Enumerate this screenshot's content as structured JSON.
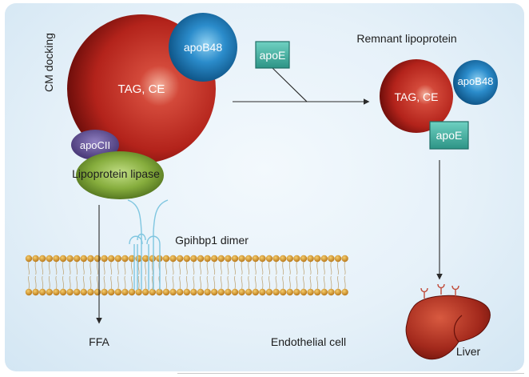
{
  "diagram": {
    "labels": {
      "cm_docking": "CM docking",
      "apob48": "apoB48",
      "tag_ce": "TAG, CE",
      "apocii": "apoCII",
      "lipoprotein_lipase": "Lipoprotein lipase",
      "apoe_free": "apoE",
      "remnant_title": "Remnant lipoprotein",
      "remnant_tag_ce": "TAG, CE",
      "remnant_apob48": "apoB48",
      "remnant_apoe": "apoE",
      "gpihbp1": "Gpihbp1 dimer",
      "ffa": "FFA",
      "endothelial": "Endothelial cell",
      "liver": "Liver"
    },
    "colors": {
      "chylomicron": "#b3231b",
      "apob48": "#1f7fbf",
      "apocii": "#5b4a8c",
      "lipase": "#7fa63a",
      "apoe": "#3aa69a",
      "membrane_head": "#d99a2a",
      "gpihbp1": "#7fc6e0",
      "liver": "#a6281c"
    }
  }
}
